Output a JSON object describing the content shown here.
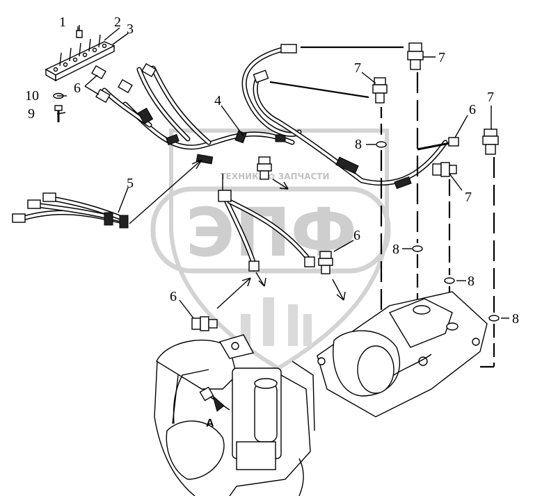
{
  "watermark": {
    "logo_text": "ЭПФ",
    "tagline": "ТЕХНИКА ✿ ЗАПЧАСТИ"
  },
  "callouts": {
    "c1": "1",
    "c2": "2",
    "c3": "3",
    "c4": "4",
    "c5": "5",
    "c6a": "6",
    "c6b": "6",
    "c6c": "6",
    "c6d": "6",
    "c7a": "7",
    "c7b": "7",
    "c7c": "7",
    "c7d": "7",
    "c8a": "8",
    "c8b": "8",
    "c8c": "8",
    "c8d": "8",
    "c9": "9",
    "c10": "10"
  },
  "view_marker": "A"
}
